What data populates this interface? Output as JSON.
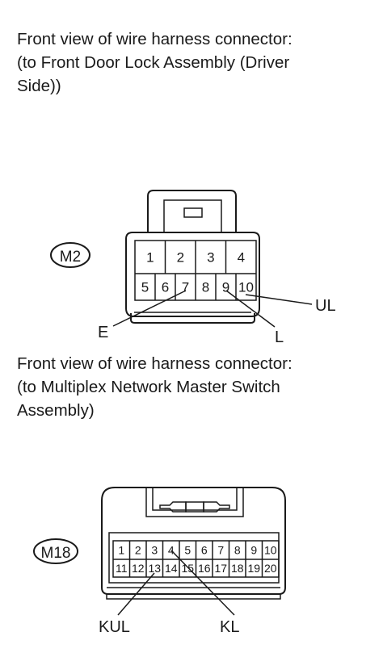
{
  "connector_1": {
    "caption_lines": [
      "Front view of wire harness connector:",
      "(to Front Door Lock Assembly (Driver",
      "Side))"
    ],
    "id_label": "M2",
    "pins_top": [
      "1",
      "2",
      "3",
      "4"
    ],
    "pins_bottom": [
      "5",
      "6",
      "7",
      "8",
      "9",
      "10"
    ],
    "callouts": {
      "e": "E",
      "l": "L",
      "ul": "UL"
    }
  },
  "connector_2": {
    "caption_lines": [
      "Front view of wire harness connector:",
      "(to Multiplex Network Master Switch",
      "Assembly)"
    ],
    "id_label": "M18",
    "pins_top": [
      "1",
      "2",
      "3",
      "4",
      "5",
      "6",
      "7",
      "8",
      "9",
      "10"
    ],
    "pins_bottom": [
      "11",
      "12",
      "13",
      "14",
      "15",
      "16",
      "17",
      "18",
      "19",
      "20"
    ],
    "callouts": {
      "kul": "KUL",
      "kl": "KL"
    }
  }
}
